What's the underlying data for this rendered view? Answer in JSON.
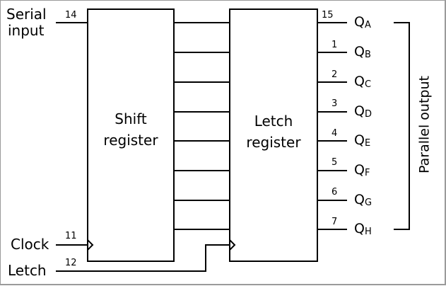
{
  "labels": {
    "serial_input_line1": "Serial",
    "serial_input_line2": "input",
    "clock": "Clock",
    "letch": "Letch",
    "shift_register_line1": "Shift",
    "shift_register_line2": "register",
    "letch_register_line1": "Letch",
    "letch_register_line2": "register",
    "parallel_output": "Parallel output"
  },
  "pins": {
    "serial_input": "14",
    "clock": "11",
    "letch": "12"
  },
  "outputs": [
    {
      "pin": "15",
      "name": "Q",
      "sub": "A"
    },
    {
      "pin": "1",
      "name": "Q",
      "sub": "B"
    },
    {
      "pin": "2",
      "name": "Q",
      "sub": "C"
    },
    {
      "pin": "3",
      "name": "Q",
      "sub": "D"
    },
    {
      "pin": "4",
      "name": "Q",
      "sub": "E"
    },
    {
      "pin": "5",
      "name": "Q",
      "sub": "F"
    },
    {
      "pin": "6",
      "name": "Q",
      "sub": "G"
    },
    {
      "pin": "7",
      "name": "Q",
      "sub": "H"
    }
  ]
}
